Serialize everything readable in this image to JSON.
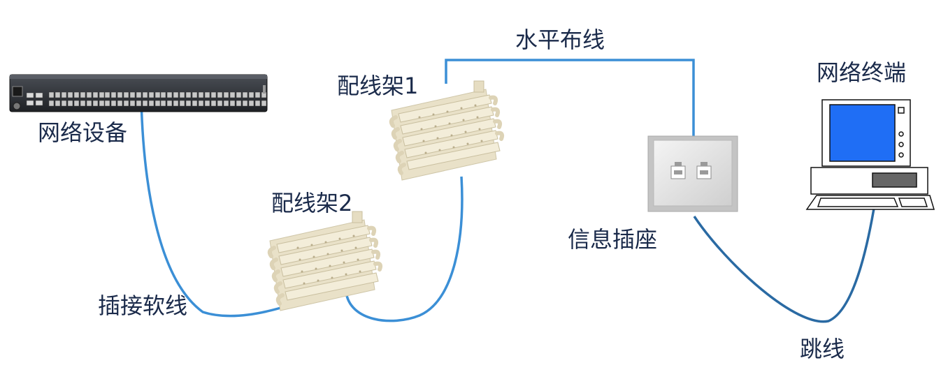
{
  "labels": {
    "network_device": "网络设备",
    "patch_panel_1": "配线架1",
    "patch_panel_2": "配线架2",
    "horizontal_cabling": "水平布线",
    "network_terminal": "网络终端",
    "info_outlet": "信息插座",
    "patch_cord": "插接软线",
    "jumper": "跳线"
  },
  "colors": {
    "cable_light": "#3b8fd6",
    "cable_dark": "#2a5f94",
    "label_text": "#1a2a4a",
    "switch_body": "#2b2e33",
    "panel_cream": "#efe8d2",
    "monitor_screen": "#1f6ef5"
  },
  "icons": {
    "switch": "network-switch-icon",
    "panel": "patch-panel-icon",
    "outlet": "wall-outlet-icon",
    "terminal": "computer-terminal-icon"
  }
}
